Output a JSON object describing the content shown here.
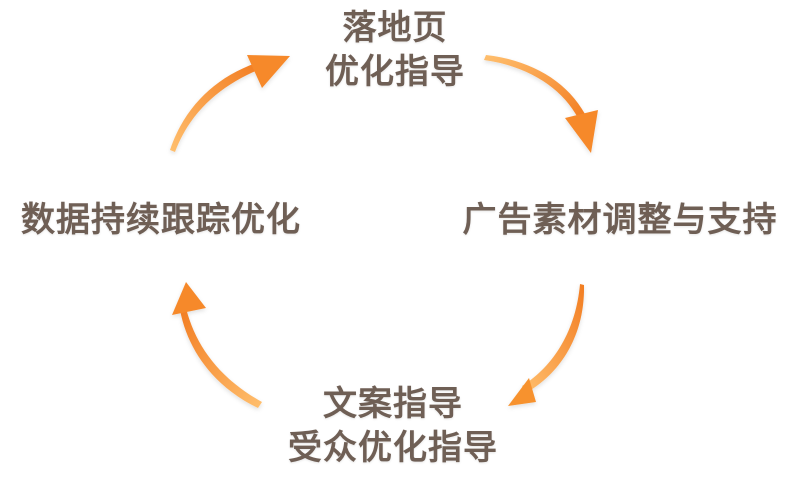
{
  "diagram": {
    "nodes": {
      "top": {
        "lines": [
          "落地页",
          "优化指导"
        ]
      },
      "right": {
        "lines": [
          "广告素材调整与支持"
        ]
      },
      "bottom": {
        "lines": [
          "文案指导",
          "受众优化指导"
        ]
      },
      "left": {
        "lines": [
          "数据持续跟踪优化"
        ]
      }
    },
    "colors": {
      "text": "#6f5f55",
      "arrow_light": "#ffb15a",
      "arrow_dark": "#f07a1e"
    }
  }
}
